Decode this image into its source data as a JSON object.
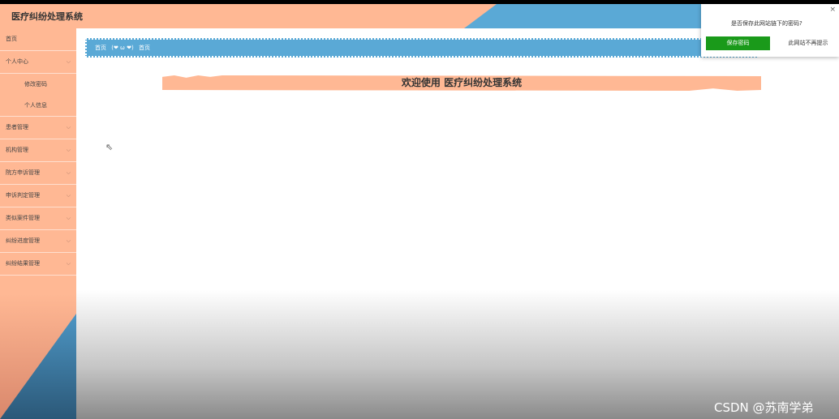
{
  "app": {
    "title": "医疗纠纷处理系统"
  },
  "sidebar": {
    "items": [
      {
        "label": "首页"
      },
      {
        "label": "个人中心",
        "chevron": "chevron-down-icon"
      },
      {
        "label": "患者管理",
        "chevron": "chevron-down-icon"
      },
      {
        "label": "机构管理",
        "chevron": "chevron-down-icon"
      },
      {
        "label": "院方申诉管理",
        "chevron": "chevron-down-icon"
      },
      {
        "label": "申诉判定管理",
        "chevron": "chevron-down-icon"
      },
      {
        "label": "类似案件管理",
        "chevron": "chevron-down-icon"
      },
      {
        "label": "纠纷进度管理",
        "chevron": "chevron-down-icon"
      },
      {
        "label": "纠纷结果管理",
        "chevron": "chevron-down-icon"
      }
    ],
    "subitems": [
      {
        "label": "修改密码"
      },
      {
        "label": "个人信息"
      }
    ]
  },
  "breadcrumb": {
    "home": "首页",
    "emoticon": "(❤ ω ❤)",
    "current": "首页"
  },
  "welcome": {
    "text": "欢迎使用 医疗纠纷处理系统"
  },
  "password_popup": {
    "question": "是否保存此网站链下的密码?",
    "save_label": "保存密码",
    "never_label": "此网站不再提示",
    "close": "×"
  },
  "watermark": "CSDN @苏南学弟",
  "colors": {
    "accent": "#ffb894",
    "blue": "#5aa9d6",
    "save_green": "#1a9a1a"
  }
}
